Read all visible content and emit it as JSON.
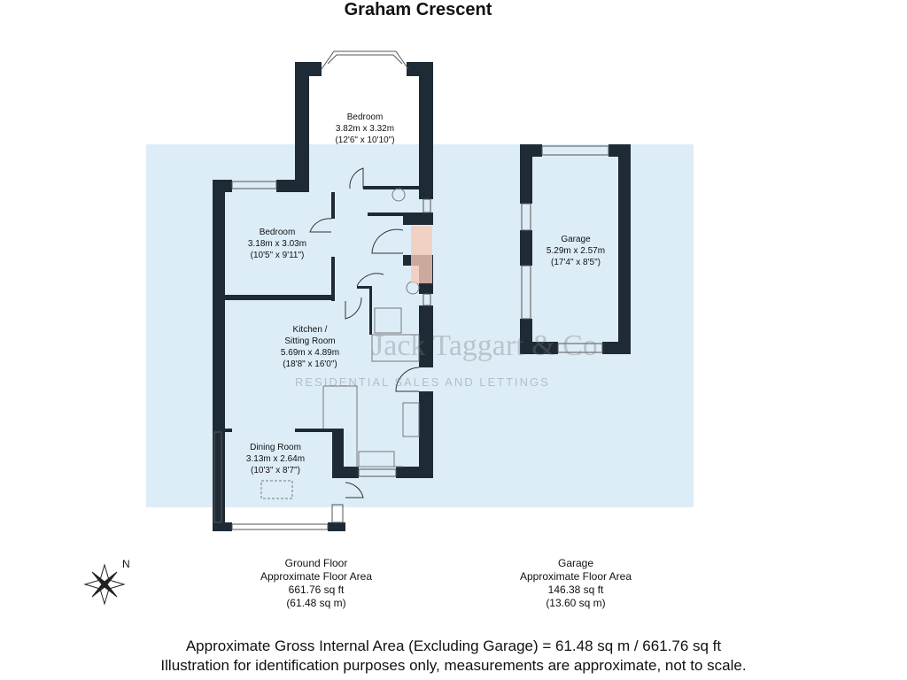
{
  "title": "Graham Crescent",
  "colors": {
    "wall": "#1e2b37",
    "band": "#ddedf8",
    "accent": "#f6c9b6"
  },
  "rooms": [
    {
      "name": "Bedroom",
      "metric": "3.82m x 3.32m",
      "imperial": "(12'6\" x 10'10\")"
    },
    {
      "name": "Bedroom",
      "metric": "3.18m x 3.03m",
      "imperial": "(10'5\" x 9'11\")"
    },
    {
      "name": "Kitchen /",
      "name2": "Sitting Room",
      "metric": "5.69m x 4.89m",
      "imperial": "(18'8\" x 16'0\")"
    },
    {
      "name": "Dining Room",
      "metric": "3.13m x 2.64m",
      "imperial": "(10'3\" x 8'7\")"
    },
    {
      "name": "Garage",
      "metric": "5.29m x 2.57m",
      "imperial": "(17'4\" x 8'5\")"
    }
  ],
  "watermark": {
    "brand": "Jack Taggart & Co",
    "tagline": "RESIDENTIAL SALES AND LETTINGS"
  },
  "compass": {
    "label": "N"
  },
  "areas": [
    {
      "name": "Ground Floor",
      "label": "Approximate Floor Area",
      "sqft": "661.76 sq ft",
      "sqm": "(61.48 sq m)"
    },
    {
      "name": "Garage",
      "label": "Approximate Floor Area",
      "sqft": "146.38 sq ft",
      "sqm": "(13.60 sq m)"
    }
  ],
  "footer": {
    "line1": "Approximate Gross Internal Area (Excluding Garage) = 61.48 sq m / 661.76 sq ft",
    "line2": "Illustration for identification purposes only, measurements are approximate, not to scale."
  }
}
